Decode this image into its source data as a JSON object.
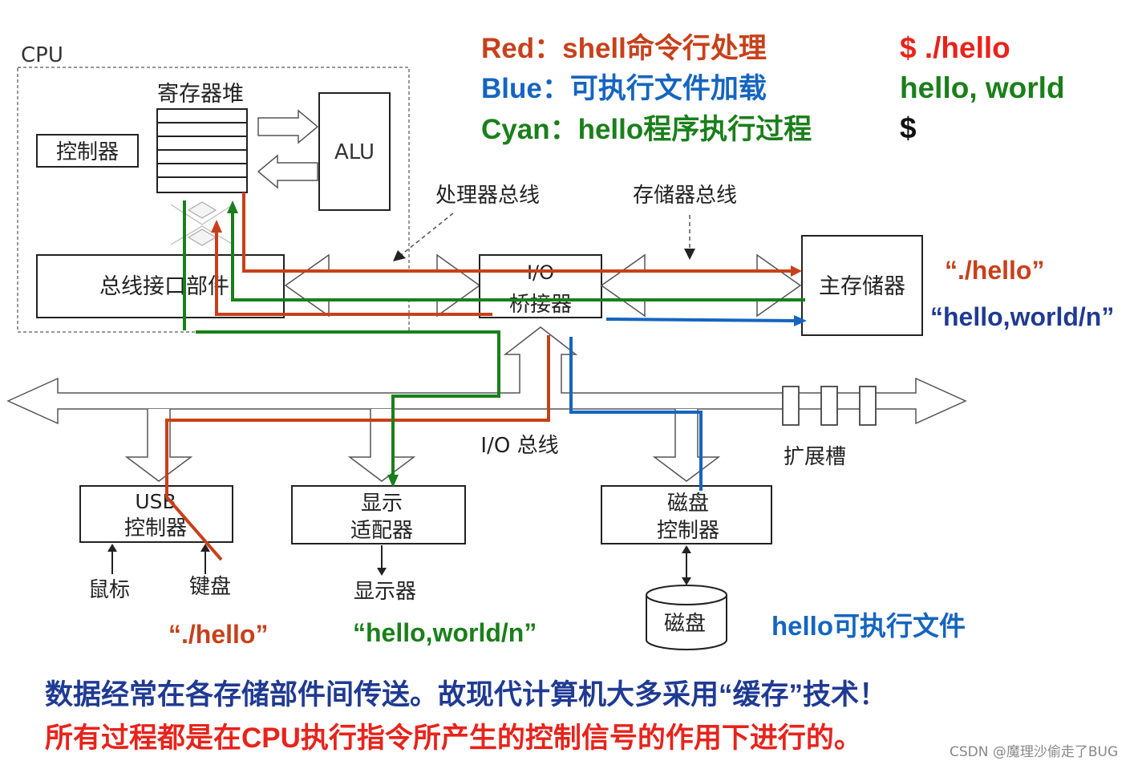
{
  "legend": {
    "red": "Red：shell命令行处理",
    "blue": "Blue：可执行文件加载",
    "cyan": "Cyan：hello程序执行过程"
  },
  "terminal": {
    "line1": "$ ./hello",
    "line2": "hello, world",
    "line3": "$"
  },
  "labels": {
    "cpu": "CPU",
    "register_file": "寄存器堆",
    "controller": "控制器",
    "alu": "ALU",
    "bus_interface": "总线接口部件",
    "processor_bus": "处理器总线",
    "memory_bus": "存储器总线",
    "io_bridge_line1": "I/O",
    "io_bridge_line2": "桥接器",
    "main_memory": "主存储器",
    "io_bus": "I/O 总线",
    "expansion_slot": "扩展槽",
    "usb_line1": "USB",
    "usb_line2": "控制器",
    "display_adapter_line1": "显示",
    "display_adapter_line2": "适配器",
    "disk_controller_line1": "磁盘",
    "disk_controller_line2": "控制器",
    "mouse": "鼠标",
    "keyboard": "键盘",
    "monitor": "显示器",
    "disk": "磁盘"
  },
  "annotations": {
    "hello_cmd_memory": "“./hello”",
    "hello_world_memory": "“hello,world/n”",
    "hello_cmd_keyboard": "“./hello”",
    "hello_world_display": "“hello,world/n”",
    "hello_exec_file": "hello可执行文件"
  },
  "footer": {
    "line1": "数据经常在各存储部件间传送。故现代计算机大多采用“缓存”技术！",
    "line2": "所有过程都是在CPU执行指令所产生的控制信号的作用下进行的。",
    "watermark": "CSDN @魔理沙偷走了BUG"
  },
  "colors": {
    "red": "#c8401a",
    "blue": "#1565c0",
    "green": "#1a7f1a",
    "navy": "#1f3a93",
    "footer_red": "#e8231b"
  }
}
